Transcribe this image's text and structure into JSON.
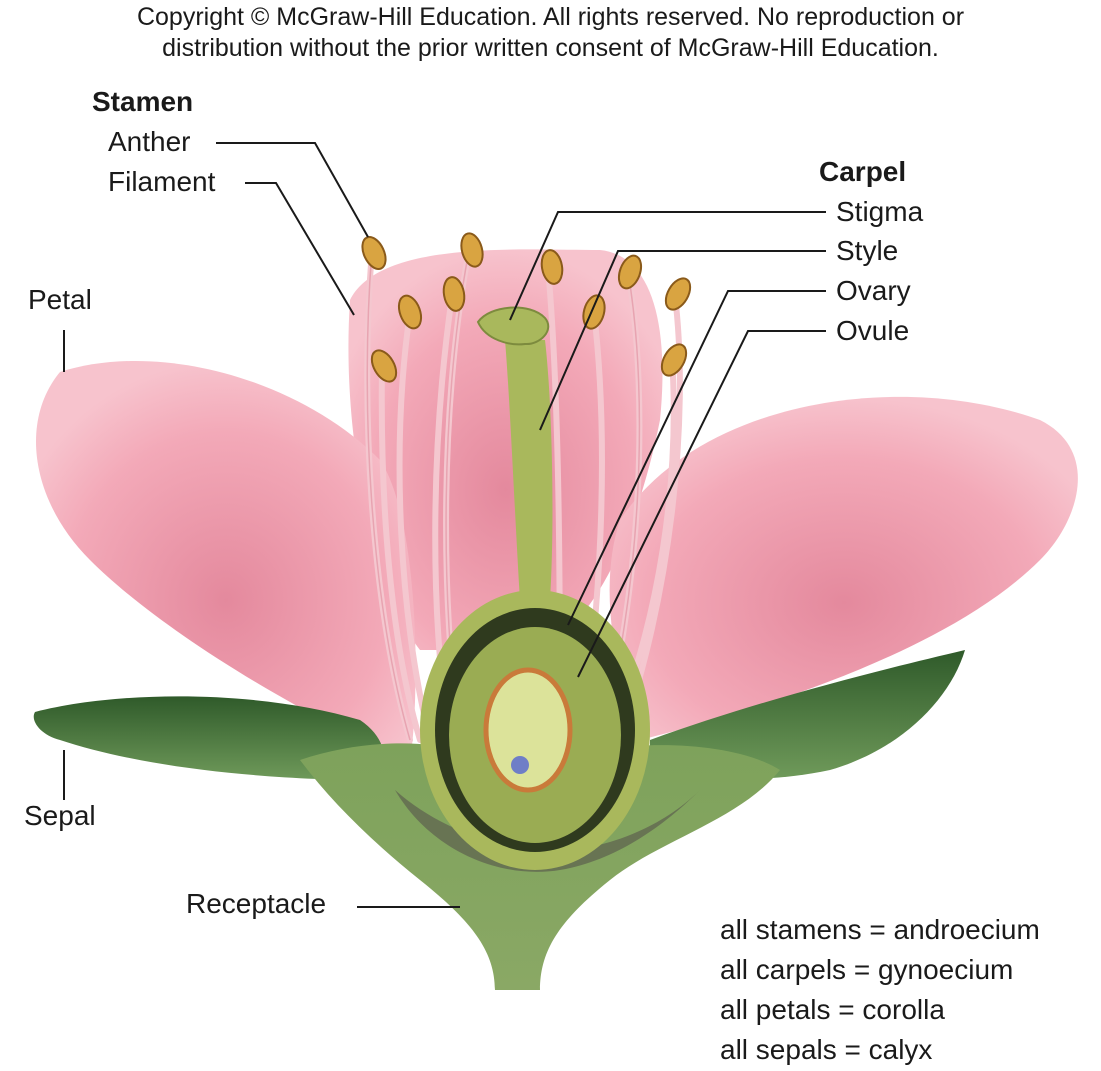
{
  "copyright": {
    "line1": "Copyright © McGraw-Hill Education.  All rights reserved. No reproduction or",
    "line2": "distribution without the prior written consent of McGraw-Hill Education."
  },
  "labels": {
    "stamen": "Stamen",
    "anther": "Anther",
    "filament": "Filament",
    "petal": "Petal",
    "sepal": "Sepal",
    "receptacle": "Receptacle",
    "carpel": "Carpel",
    "stigma": "Stigma",
    "style": "Style",
    "ovary": "Ovary",
    "ovule": "Ovule"
  },
  "summary": [
    "all stamens = androecium",
    "all carpels = gynoecium",
    "all petals = corolla",
    "all sepals = calyx"
  ],
  "colors": {
    "petal": "#f2a3b3",
    "sepal": "#3f6b35",
    "carpel": "#a9b85c",
    "anther": "#d9a441",
    "receptacle": "#6f8f4e"
  }
}
